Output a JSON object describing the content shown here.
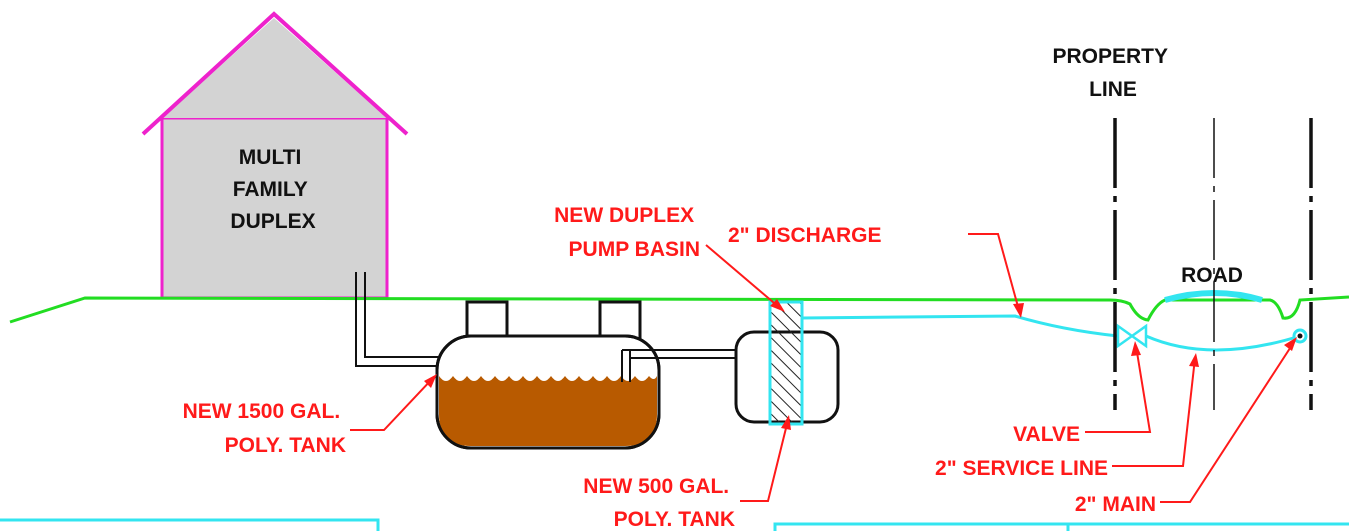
{
  "house": {
    "label_lines": [
      "MULTI",
      "FAMILY",
      "DUPLEX"
    ]
  },
  "property_line": {
    "label_lines": [
      "PROPERTY",
      "LINE"
    ]
  },
  "road": {
    "label": "ROAD"
  },
  "callouts": {
    "pump_basin": [
      "NEW DUPLEX",
      "PUMP BASIN"
    ],
    "discharge": "2\" DISCHARGE",
    "tank_1500": [
      "NEW 1500 GAL.",
      "POLY. TANK"
    ],
    "tank_500": [
      "NEW 500 GAL.",
      "POLY. TANK"
    ],
    "valve": "VALVE",
    "service_line": "2\" SERVICE LINE",
    "main": "2\" MAIN"
  },
  "colors": {
    "ground": "#22dd22",
    "pipe": "#33e5f0",
    "house_outline": "#ee22cc",
    "house_fill": "#d3d3d3",
    "callout": "#ff1a1a",
    "sewage": "#b85a00"
  }
}
